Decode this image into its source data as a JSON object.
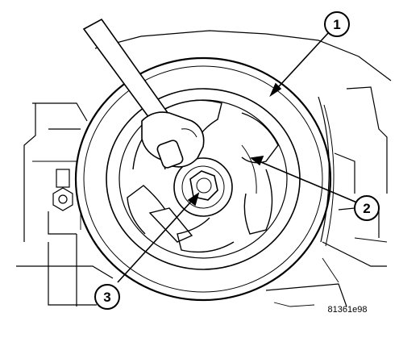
{
  "figure": {
    "id": "81361e98",
    "callouts": [
      {
        "label": "1",
        "target": "damper"
      },
      {
        "label": "2",
        "target": "holder"
      },
      {
        "label": "3",
        "target": "bolt"
      }
    ]
  }
}
